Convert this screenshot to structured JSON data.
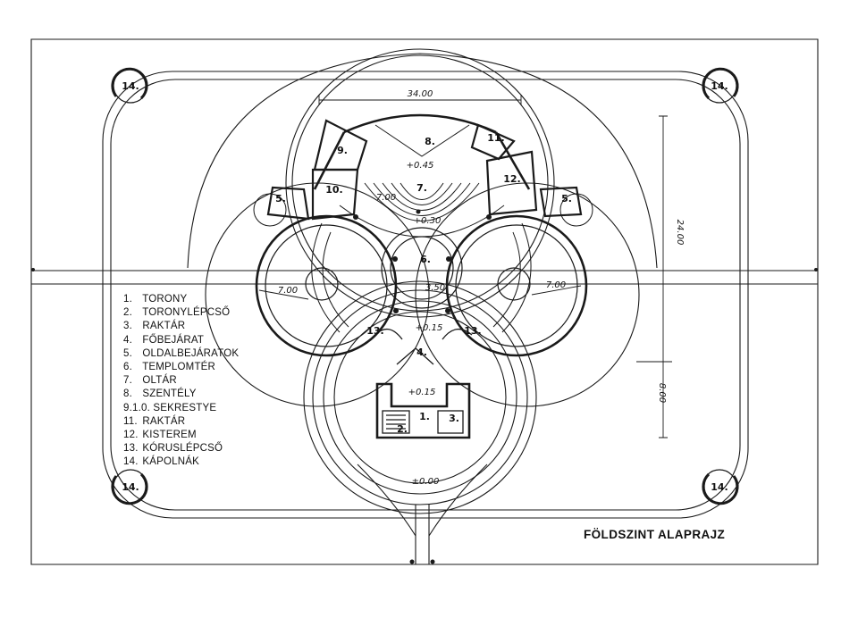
{
  "title": "FÖLDSZINT ALAPRAJZ",
  "legend": [
    {
      "num": "1.",
      "label": "TORONY"
    },
    {
      "num": "2.",
      "label": "TORONYLÉPCSŐ"
    },
    {
      "num": "3.",
      "label": "RAKTÁR"
    },
    {
      "num": "4.",
      "label": "FŐBEJÁRAT"
    },
    {
      "num": "5.",
      "label": "OLDALBEJÁRATOK"
    },
    {
      "num": "6.",
      "label": "TEMPLOMTÉR"
    },
    {
      "num": "7.",
      "label": "OLTÁR"
    },
    {
      "num": "8.",
      "label": "SZENTÉLY"
    },
    {
      "num": "9.1.0.",
      "label": "SEKRESTYE"
    },
    {
      "num": "11.",
      "label": "RAKTÁR"
    },
    {
      "num": "12.",
      "label": "KISTEREM"
    },
    {
      "num": "13.",
      "label": "KÓRUSLÉPCSŐ"
    },
    {
      "num": "14.",
      "label": "KÁPOLNÁK"
    }
  ],
  "plan": {
    "chapel_labels": [
      "14.",
      "14.",
      "14.",
      "14."
    ],
    "room_labels": {
      "r1": "1.",
      "r2": "2.",
      "r3": "3.",
      "r4": "4.",
      "r5a": "5.",
      "r5b": "5.",
      "r6": "6.",
      "r7": "7.",
      "r8": "8.",
      "r9": "9.",
      "r10": "10.",
      "r11": "11.",
      "r12": "12.",
      "r13a": "13.",
      "r13b": "13."
    },
    "dimensions": {
      "top_width": "34.00",
      "right_height": "24.00",
      "right_lower": "8.00",
      "left_span": "7.00",
      "right_span": "7.00",
      "center_span": "3.50",
      "apse_span": "7.00"
    },
    "levels": {
      "altar": "+0.45",
      "choir": "+0.30",
      "tower": "+0.15",
      "entry": "+0.15",
      "outside": "±0.00"
    }
  }
}
